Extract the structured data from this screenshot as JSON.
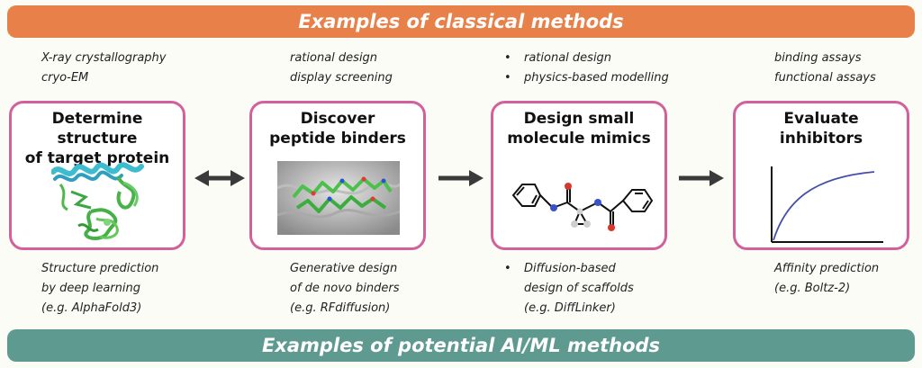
{
  "top_banner": "Examples of classical methods",
  "bottom_banner": "Examples of potential AI/ML methods",
  "steps": [
    {
      "title_lines": [
        "Determine structure",
        "of target protein"
      ],
      "classical": [
        "X-ray crystallography",
        "cryo-EM"
      ],
      "ai": [
        "Structure prediction",
        "by deep learning",
        "(e.g. AlphaFold3)"
      ]
    },
    {
      "title_lines": [
        "Discover",
        "peptide binders"
      ],
      "classical": [
        "rational design",
        "display screening"
      ],
      "ai": [
        "Generative design",
        "of de novo binders",
        "(e.g. RFdiffusion)"
      ]
    },
    {
      "title_lines": [
        "Design small",
        "molecule mimics"
      ],
      "classical": [
        "rational design",
        "physics-based modelling"
      ],
      "ai": [
        "Diffusion-based",
        "design of scaffolds",
        "(e.g. DiffLinker)"
      ]
    },
    {
      "title_lines": [
        "Evaluate",
        "inhibitors"
      ],
      "classical": [
        "binding assays",
        "functional assays"
      ],
      "ai": [
        "Affinity prediction",
        "(e.g. Boltz-2)"
      ]
    }
  ],
  "colors": {
    "top_banner": "#e8804a",
    "bottom_banner": "#5e9a8f",
    "card_border": "#d3609a",
    "arrow": "#3a3a3a"
  }
}
